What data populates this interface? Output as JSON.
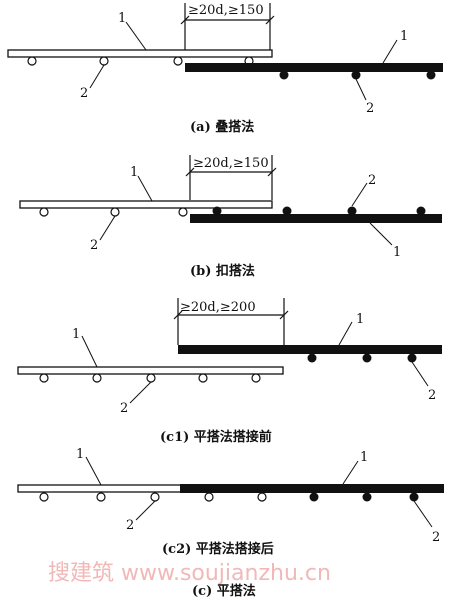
{
  "panels": [
    {
      "id": "a",
      "caption": "(a) 叠搭法",
      "dimension": "≥20d,≥150",
      "label_1": "1",
      "label_2": "2"
    },
    {
      "id": "b",
      "caption": "(b) 扣搭法",
      "dimension": "≥20d,≥150",
      "label_1": "1",
      "label_2": "2"
    },
    {
      "id": "c1",
      "caption": "(c1) 平搭法搭接前",
      "dimension": "≥20d,≥200",
      "label_1": "1",
      "label_2": "2"
    },
    {
      "id": "c2",
      "caption": "(c2) 平搭法搭接后",
      "label_1": "1",
      "label_2": "2"
    }
  ],
  "figure_caption": "(c) 平搭法",
  "watermark": "搜建筑 www.soujianzhu.cn",
  "colors": {
    "line": "#111111",
    "white_bar": "#ffffff",
    "black_bar": "#111111",
    "watermark": "#f2b8b8"
  }
}
